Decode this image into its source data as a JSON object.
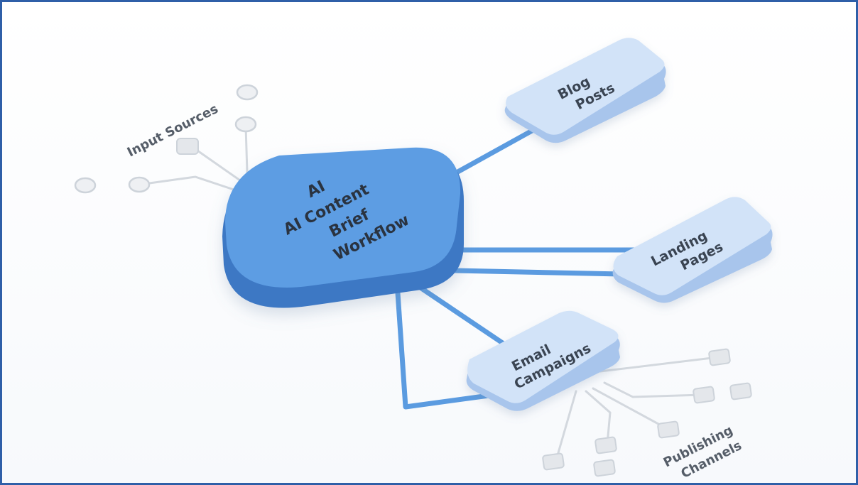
{
  "center": {
    "lines": [
      "AI",
      "AI Content",
      "Brief",
      "Workflow"
    ]
  },
  "outputs": [
    {
      "id": "blog",
      "lines": [
        "Blog",
        "Posts"
      ]
    },
    {
      "id": "landing",
      "lines": [
        "Landing",
        "Pages"
      ]
    },
    {
      "id": "email",
      "lines": [
        "Email",
        "Campaigns"
      ]
    }
  ],
  "groups": {
    "inputs_label": "Input Sources",
    "channels_label": [
      "Publishing",
      "Channels"
    ]
  },
  "colors": {
    "center_top": "#5b9be0",
    "center_side": "#3f7cc8",
    "node_top": "#cfe1f8",
    "node_side": "#a9c6ec",
    "connector": "#5b9be0",
    "thin_line": "#cfd4da",
    "small_node": "#e6e9ed",
    "border": "#2f5fa8"
  }
}
